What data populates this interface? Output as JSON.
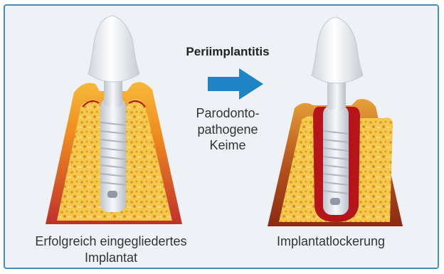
{
  "diagram": {
    "title": "Periimplantitis",
    "arrow_label_lines": [
      "Parodonto-",
      "pathogene",
      "Keime"
    ],
    "left_caption_lines": [
      "Erfolgreich eingegliedertes",
      "Implantat"
    ],
    "right_caption": "Implantatlockerung",
    "colors": {
      "border": "#3f8fc0",
      "background": "#eef1f6",
      "arrow": "#1f84c3",
      "gum_outer": "#c0302b",
      "gum_inner": "#f3a323",
      "bone": "#f4c84b",
      "inflammation": "#b5141a",
      "implant": "#e7eaee"
    }
  }
}
